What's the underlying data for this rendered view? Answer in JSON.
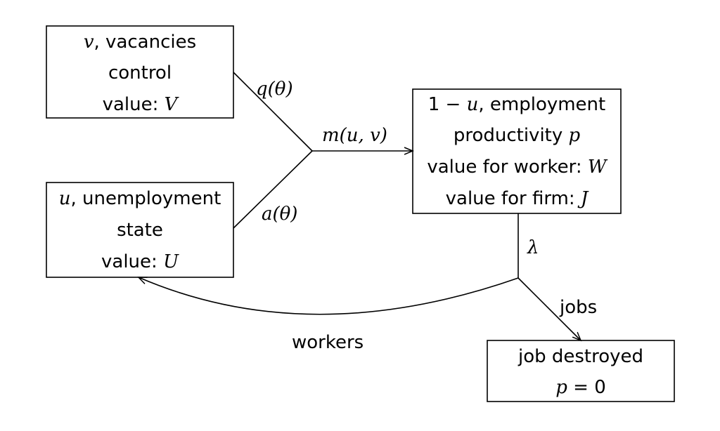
{
  "nodes": {
    "vacancies": {
      "line1_var": "v",
      "line1_text": ", vacancies",
      "line2": "control",
      "line3_text": "value: ",
      "line3_var": "V"
    },
    "unemployment": {
      "line1_var": "u",
      "line1_text": ", unemployment",
      "line2": "state",
      "line3_text": "value: ",
      "line3_var": "U"
    },
    "employment": {
      "line1_pre": "1 − ",
      "line1_var": "u",
      "line1_text": ", employment",
      "line2_text": "productivity ",
      "line2_var": "p",
      "line3_text": "value for worker: ",
      "line3_var": "W",
      "line4_text": "value for firm: ",
      "line4_var": "J"
    },
    "destroyed": {
      "line1": "job destroyed",
      "line2_var": "p",
      "line2_text": " = 0"
    }
  },
  "edge_labels": {
    "q_theta": "q(θ)",
    "a_theta": "a(θ)",
    "matching": "m(u, v)",
    "lambda": "λ",
    "jobs": "jobs",
    "workers": "workers"
  }
}
